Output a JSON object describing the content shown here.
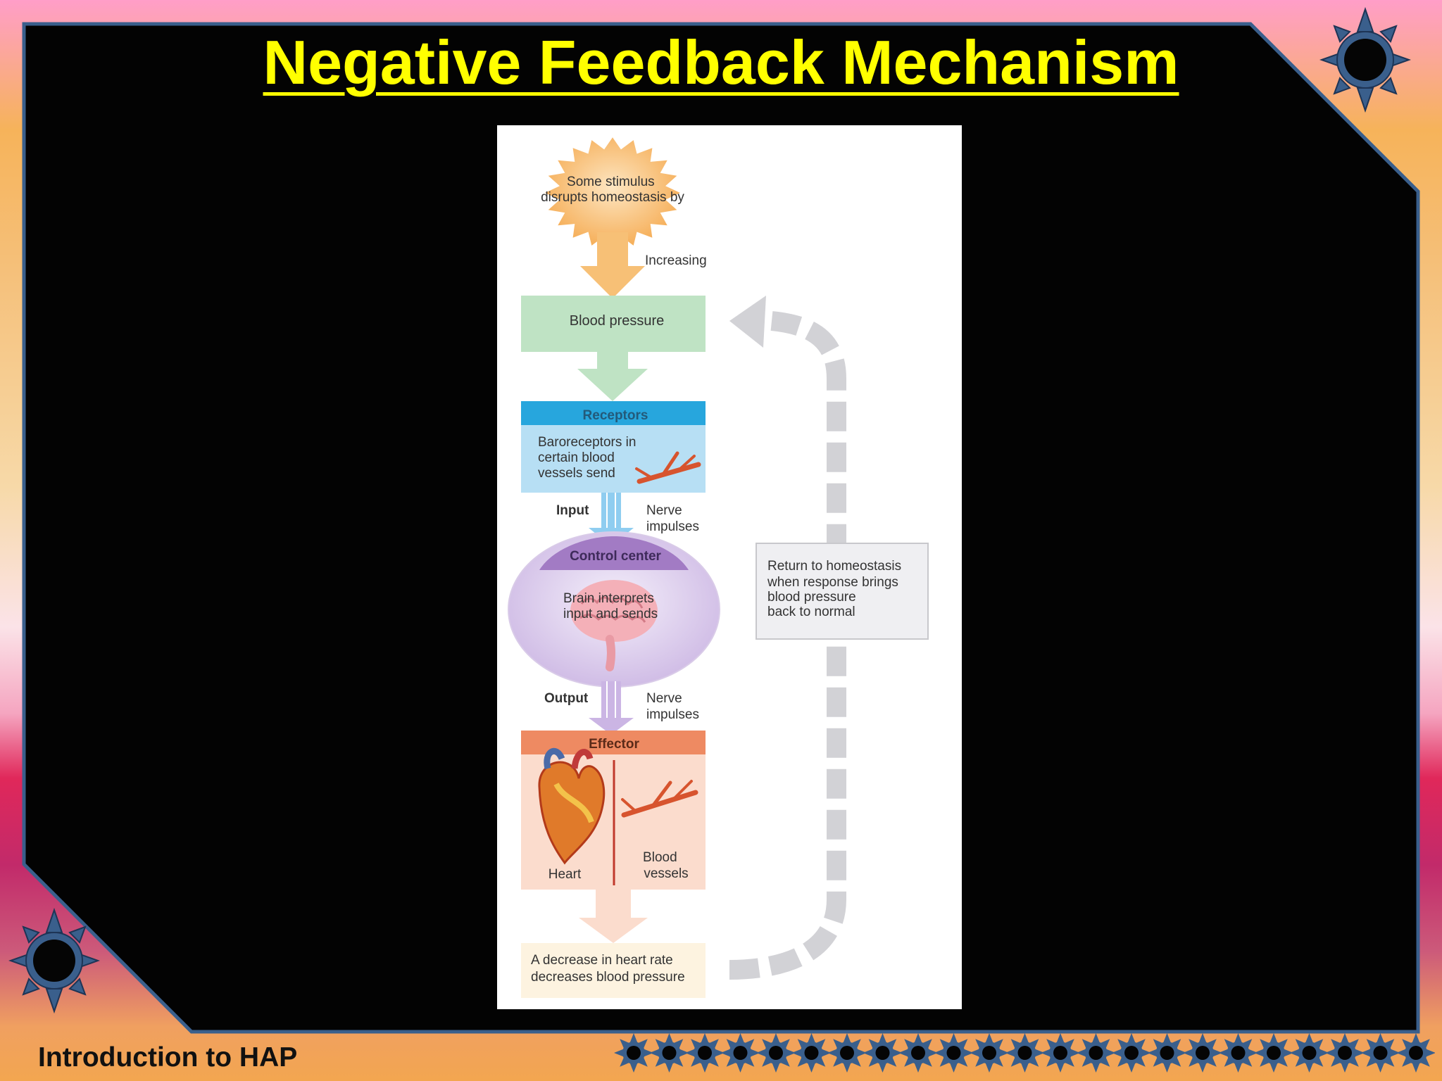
{
  "slide": {
    "title": "Negative Feedback Mechanism",
    "footer": "Introduction to HAP"
  },
  "diagram": {
    "stimulus": [
      "Some stimulus",
      "disrupts homeostasis by"
    ],
    "increasing": "Increasing",
    "variable": "Blood pressure",
    "receptors": {
      "header": "Receptors",
      "text": [
        "Baroreceptors in",
        "certain blood",
        "vessels send"
      ]
    },
    "input": "Input",
    "input_signal": [
      "Nerve",
      "impulses"
    ],
    "control_center": {
      "header": "Control center",
      "text": [
        "Brain interprets",
        "input and sends"
      ]
    },
    "output": "Output",
    "output_signal": [
      "Nerve",
      "impulses"
    ],
    "effector": {
      "header": "Effector",
      "heart": "Heart",
      "vessels": [
        "Blood",
        "vessels"
      ]
    },
    "response": [
      "A decrease in heart rate",
      "decreases blood pressure"
    ],
    "return": [
      "Return to homeostasis",
      "when response brings",
      "blood pressure",
      "back to normal"
    ]
  },
  "colors": {
    "title": "#ffff00",
    "stimulus": "#f7b86a",
    "variable": "#bfe3c4",
    "receptor_header": "#27a6dd",
    "receptor_body": "#b7dff4",
    "control_header": "#a27bc4",
    "control_body": "#e6dcf0",
    "effector_header": "#ee8a62",
    "effector_body": "#fbdccd",
    "response": "#fdf3e0",
    "loop": "#d2d2d6"
  }
}
